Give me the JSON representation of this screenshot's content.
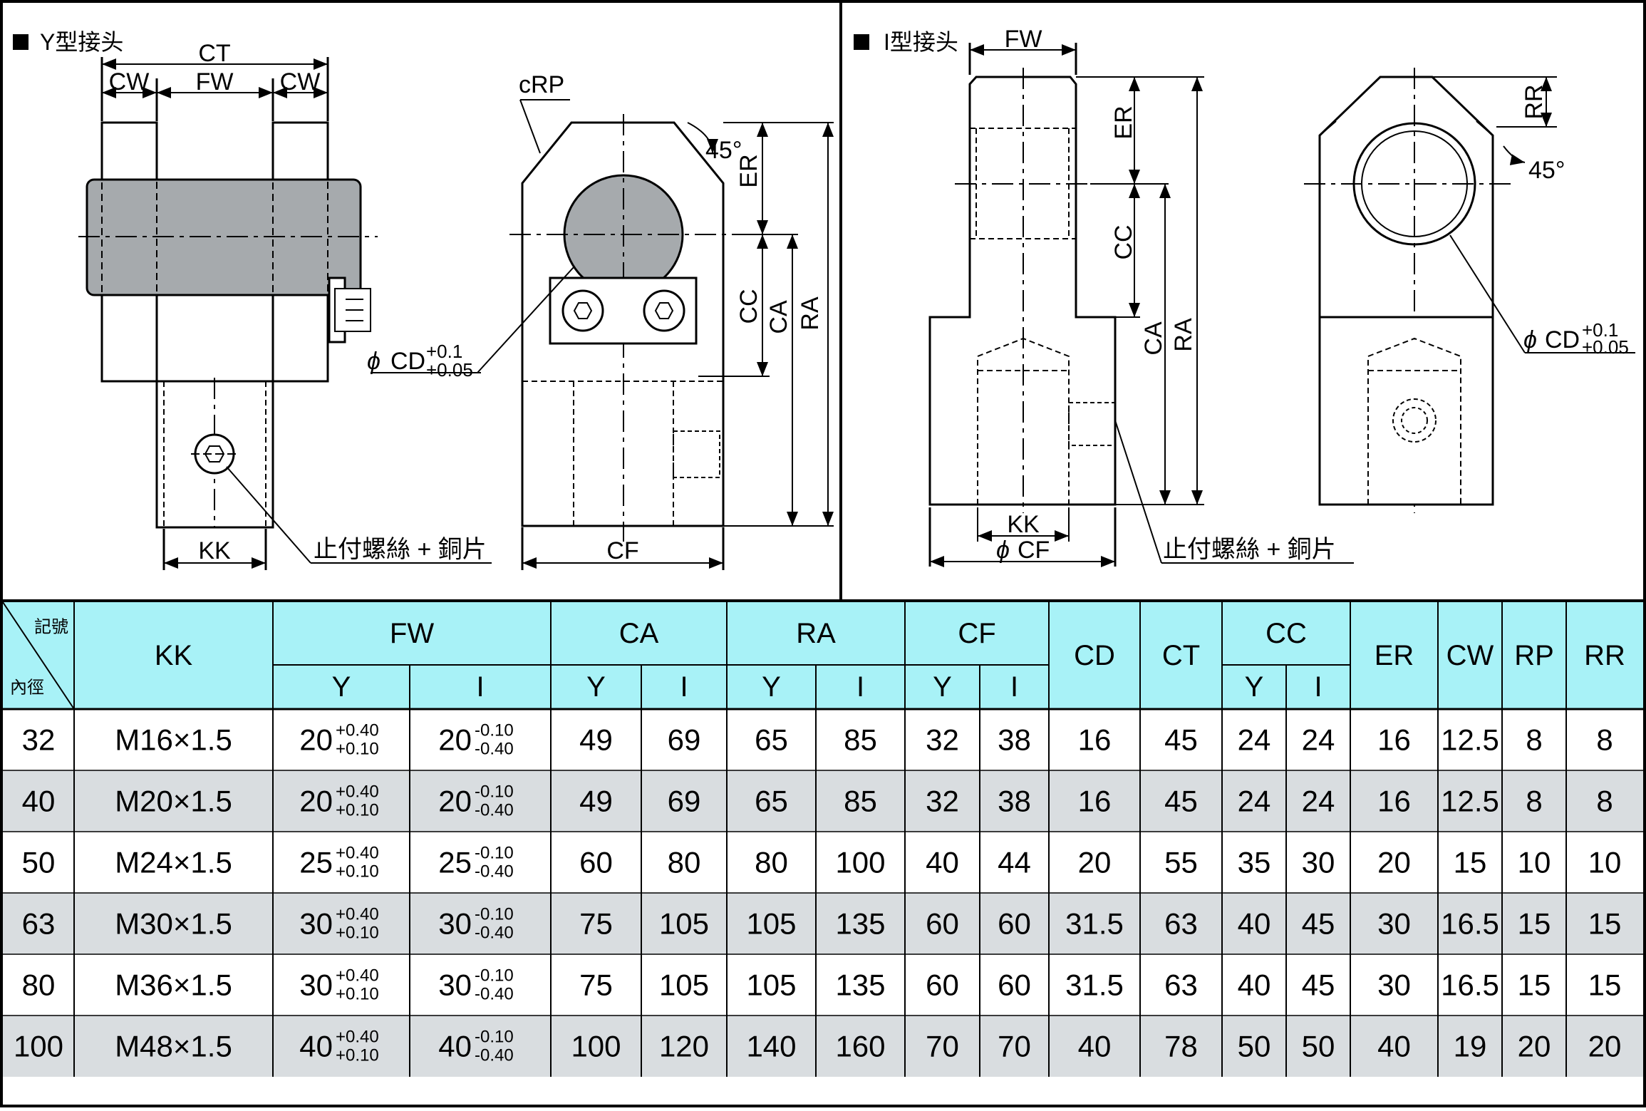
{
  "drawings": {
    "y_type": {
      "title": "Y型接头",
      "labels": {
        "CT": "CT",
        "CW": "CW",
        "FW": "FW",
        "KK": "KK",
        "cRP": "cRP",
        "angle": "45°",
        "ER": "ER",
        "CC": "CC",
        "CA": "CA",
        "RA": "RA",
        "CF": "CF",
        "CD": "CD",
        "CD_upper": "+0.1",
        "CD_lower": "+0.05",
        "screw_note": "止付螺絲 + 銅片"
      }
    },
    "i_type": {
      "title": "I型接头",
      "labels": {
        "FW": "FW",
        "ER": "ER",
        "CC": "CC",
        "CA": "CA",
        "RA": "RA",
        "RR": "RR",
        "angle": "45°",
        "KK": "KK",
        "CF": "CF",
        "CD": "CD",
        "CD_upper": "+0.1",
        "CD_lower": "+0.05",
        "screw_note": "止付螺絲 + 銅片"
      }
    }
  },
  "table": {
    "corner_top": "記號",
    "corner_bottom": "內徑",
    "headers": {
      "KK": "KK",
      "FW": "FW",
      "CA": "CA",
      "RA": "RA",
      "CF": "CF",
      "CD": "CD",
      "CT": "CT",
      "CC": "CC",
      "ER": "ER",
      "CW": "CW",
      "RP": "RP",
      "RR": "RR",
      "Y": "Y",
      "I": "I"
    },
    "rows": [
      {
        "bore": "32",
        "KK": "M16×1.5",
        "FW_Y": {
          "base": "20",
          "upper": "+0.40",
          "lower": "+0.10"
        },
        "FW_I": {
          "base": "20",
          "upper": "-0.10",
          "lower": "-0.40"
        },
        "CA_Y": "49",
        "CA_I": "69",
        "RA_Y": "65",
        "RA_I": "85",
        "CF_Y": "32",
        "CF_I": "38",
        "CD": "16",
        "CT": "45",
        "CC_Y": "24",
        "CC_I": "24",
        "ER": "16",
        "CW": "12.5",
        "RP": "8",
        "RR": "8"
      },
      {
        "bore": "40",
        "KK": "M20×1.5",
        "FW_Y": {
          "base": "20",
          "upper": "+0.40",
          "lower": "+0.10"
        },
        "FW_I": {
          "base": "20",
          "upper": "-0.10",
          "lower": "-0.40"
        },
        "CA_Y": "49",
        "CA_I": "69",
        "RA_Y": "65",
        "RA_I": "85",
        "CF_Y": "32",
        "CF_I": "38",
        "CD": "16",
        "CT": "45",
        "CC_Y": "24",
        "CC_I": "24",
        "ER": "16",
        "CW": "12.5",
        "RP": "8",
        "RR": "8"
      },
      {
        "bore": "50",
        "KK": "M24×1.5",
        "FW_Y": {
          "base": "25",
          "upper": "+0.40",
          "lower": "+0.10"
        },
        "FW_I": {
          "base": "25",
          "upper": "-0.10",
          "lower": "-0.40"
        },
        "CA_Y": "60",
        "CA_I": "80",
        "RA_Y": "80",
        "RA_I": "100",
        "CF_Y": "40",
        "CF_I": "44",
        "CD": "20",
        "CT": "55",
        "CC_Y": "35",
        "CC_I": "30",
        "ER": "20",
        "CW": "15",
        "RP": "10",
        "RR": "10"
      },
      {
        "bore": "63",
        "KK": "M30×1.5",
        "FW_Y": {
          "base": "30",
          "upper": "+0.40",
          "lower": "+0.10"
        },
        "FW_I": {
          "base": "30",
          "upper": "-0.10",
          "lower": "-0.40"
        },
        "CA_Y": "75",
        "CA_I": "105",
        "RA_Y": "105",
        "RA_I": "135",
        "CF_Y": "60",
        "CF_I": "60",
        "CD": "31.5",
        "CT": "63",
        "CC_Y": "40",
        "CC_I": "45",
        "ER": "30",
        "CW": "16.5",
        "RP": "15",
        "RR": "15"
      },
      {
        "bore": "80",
        "KK": "M36×1.5",
        "FW_Y": {
          "base": "30",
          "upper": "+0.40",
          "lower": "+0.10"
        },
        "FW_I": {
          "base": "30",
          "upper": "-0.10",
          "lower": "-0.40"
        },
        "CA_Y": "75",
        "CA_I": "105",
        "RA_Y": "105",
        "RA_I": "135",
        "CF_Y": "60",
        "CF_I": "60",
        "CD": "31.5",
        "CT": "63",
        "CC_Y": "40",
        "CC_I": "45",
        "ER": "30",
        "CW": "16.5",
        "RP": "15",
        "RR": "15"
      },
      {
        "bore": "100",
        "KK": "M48×1.5",
        "FW_Y": {
          "base": "40",
          "upper": "+0.40",
          "lower": "+0.10"
        },
        "FW_I": {
          "base": "40",
          "upper": "-0.10",
          "lower": "-0.40"
        },
        "CA_Y": "100",
        "CA_I": "120",
        "RA_Y": "140",
        "RA_I": "160",
        "CF_Y": "70",
        "CF_I": "70",
        "CD": "40",
        "CT": "78",
        "CC_Y": "50",
        "CC_I": "50",
        "ER": "40",
        "CW": "19",
        "RP": "20",
        "RR": "20"
      }
    ]
  },
  "colors": {
    "header_bg": "#a8f2f7",
    "row_alt_bg": "#d9dde0",
    "part_fill": "#a6aaad"
  }
}
